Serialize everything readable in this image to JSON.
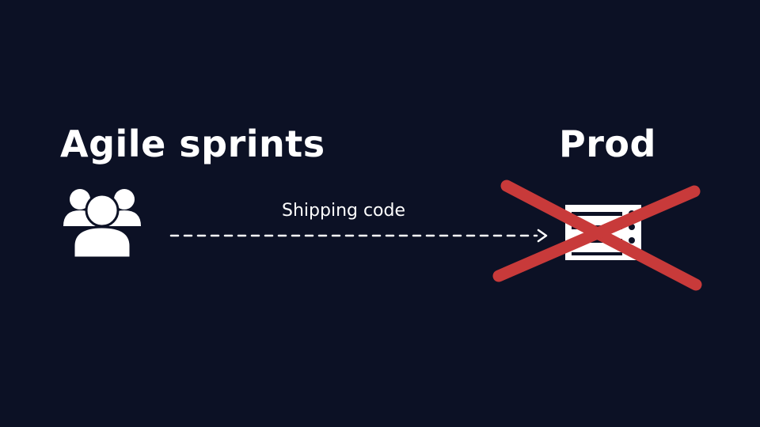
{
  "left": {
    "heading": "Agile sprints",
    "icon": "users-group-icon"
  },
  "connector": {
    "label": "Shipping code",
    "style": "dashed",
    "direction": "left-to-right"
  },
  "right": {
    "heading": "Prod",
    "icon": "server-icon",
    "overlay": "cross-out-mark"
  },
  "colors": {
    "background": "#0c1125",
    "foreground": "#ffffff",
    "cross": "#c83a3a"
  }
}
